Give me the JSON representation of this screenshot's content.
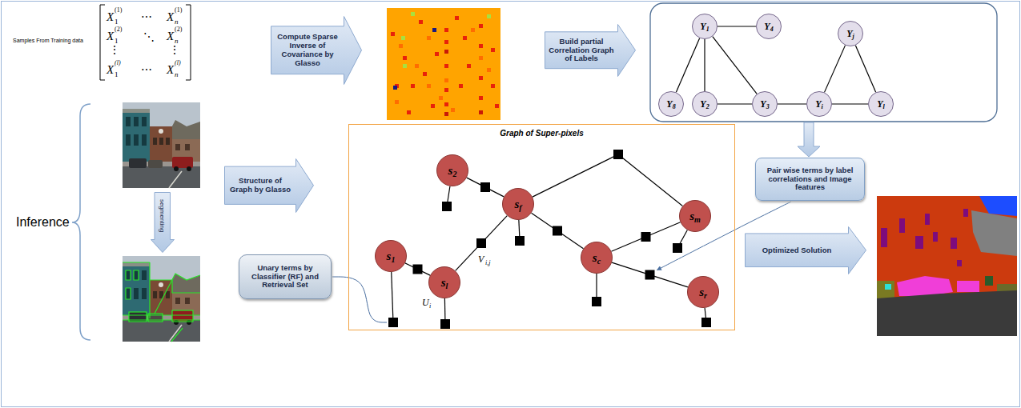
{
  "diagram": {
    "nodes": [
      {
        "text": [
          "Compute Sparse Inverse of Covariance by Glasso"
        ]
      },
      {
        "text": [
          "Build partial Correlation Graph of Labels"
        ]
      },
      {
        "text": [
          "Y",
          "1"
        ]
      },
      {
        "text": [
          "Y",
          "4"
        ]
      },
      {
        "text": [
          "Y",
          "j"
        ]
      },
      {
        "text": [
          "Y",
          "8"
        ]
      },
      {
        "text": [
          "Y",
          "2"
        ]
      },
      {
        "text": [
          "Y",
          "3"
        ]
      },
      {
        "text": [
          "Y",
          "i"
        ]
      },
      {
        "text": [
          "Y",
          "l"
        ]
      },
      {
        "text": [
          "Structure of Graph by Glasso"
        ]
      },
      {
        "text": [
          "segmenting"
        ]
      },
      {
        "text": [
          "Pair wise terms by label correlations and Image features"
        ]
      },
      {
        "text": [
          "Graph of Super-pixels"
        ]
      },
      {
        "text": [
          "s",
          "2"
        ],
        "in": 13
      },
      {
        "text": [
          "s",
          "f"
        ],
        "in": 13
      },
      {
        "text": [
          "s",
          "m"
        ],
        "in": 13
      },
      {
        "text": [
          "s",
          "1"
        ],
        "in": 13
      },
      {
        "text": [
          "s",
          "c"
        ],
        "in": 13
      },
      {
        "text": [
          "s",
          "l"
        ],
        "in": 13
      },
      {
        "text": [
          "s",
          "r"
        ],
        "in": 13
      },
      {
        "text": [
          "Unary terms by Classifier (RF) and Retrieval Set"
        ]
      },
      {
        "text": [
          "Optimized Solution"
        ]
      }
    ],
    "edges": [
      {
        "from": 2,
        "to": 3,
        "arrow": "none"
      },
      {
        "from": 2,
        "to": 5,
        "arrow": "none"
      },
      {
        "from": 2,
        "to": 6,
        "arrow": "none"
      },
      {
        "from": 2,
        "to": 7,
        "arrow": "none"
      },
      {
        "from": 6,
        "to": 7,
        "arrow": "none"
      },
      {
        "from": 7,
        "to": 8,
        "arrow": "none"
      },
      {
        "from": 8,
        "to": 4,
        "arrow": "none"
      },
      {
        "from": 4,
        "to": 9,
        "arrow": "none"
      },
      {
        "from": 8,
        "to": 9,
        "arrow": "none"
      },
      {
        "from": 14,
        "to": 15,
        "arrow": "none"
      },
      {
        "from": 17,
        "to": 19,
        "arrow": "none"
      },
      {
        "from": 19,
        "to": 15,
        "arrow": "none"
      },
      {
        "from": 15,
        "to": 16,
        "arrow": "none"
      },
      {
        "from": 15,
        "to": 18,
        "arrow": "none"
      },
      {
        "from": 18,
        "to": 16,
        "arrow": "none"
      },
      {
        "from": 18,
        "to": 20,
        "arrow": "none"
      }
    ],
    "labels": [
      "Samples From Training data",
      "X",
      "1",
      "(1)",
      "⋯",
      "X",
      "n",
      "(1)",
      "X",
      "1",
      "(2)",
      "⋱",
      "X",
      "n",
      "(2)",
      "⋮",
      "⋮",
      "X",
      "1",
      "(l)",
      "⋯",
      "X",
      "n",
      "(l)",
      "Inference",
      "V",
      "i,j",
      "U",
      "i"
    ]
  }
}
